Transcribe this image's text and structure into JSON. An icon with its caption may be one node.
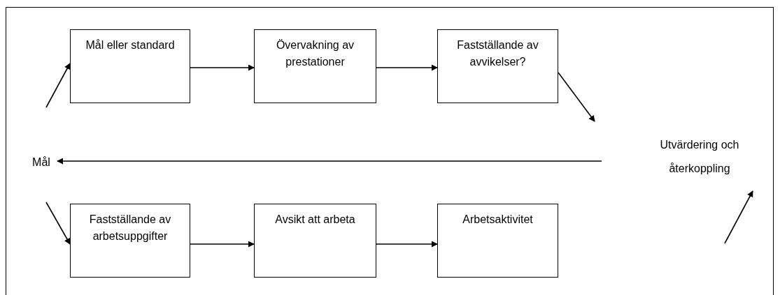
{
  "diagram": {
    "nodes": [
      {
        "text": [
          "Mål eller standard"
        ]
      },
      {
        "text": [
          "Övervakning av prestationer"
        ]
      },
      {
        "text": [
          "Fastställande av avvikelser?"
        ]
      },
      {
        "text": [
          "Mål"
        ]
      },
      {
        "text": [
          "Utvärdering och återkoppling"
        ]
      },
      {
        "text": [
          "Fastställande av arbetsuppgifter"
        ]
      },
      {
        "text": [
          "Avsikt att arbeta"
        ]
      },
      {
        "text": [
          "Arbetsaktivitet"
        ]
      }
    ],
    "edges": [
      {
        "from": null,
        "to": 0,
        "arrow": "to"
      },
      {
        "from": 0,
        "to": 1,
        "arrow": "to"
      },
      {
        "from": 1,
        "to": 2,
        "arrow": "to"
      },
      {
        "from": 2,
        "to": null,
        "arrow": "to"
      },
      {
        "from": 4,
        "to": 3,
        "arrow": "to"
      },
      {
        "from": null,
        "to": 5,
        "arrow": "to"
      },
      {
        "from": 5,
        "to": 6,
        "arrow": "to"
      },
      {
        "from": 6,
        "to": 7,
        "arrow": "to"
      },
      {
        "from": null,
        "to": 4,
        "arrow": "to"
      }
    ]
  }
}
